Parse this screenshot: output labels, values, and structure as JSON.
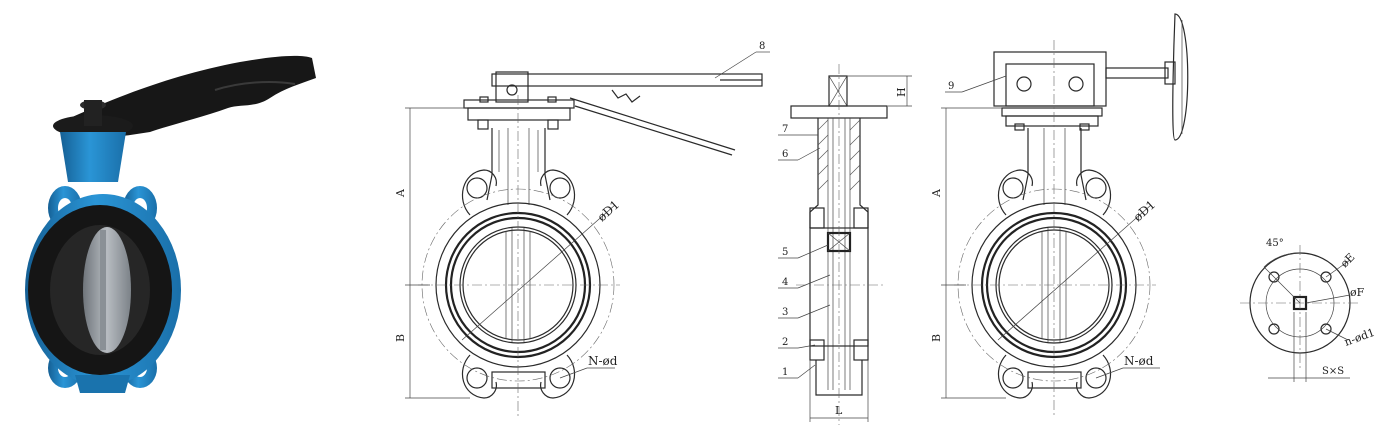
{
  "drawing": {
    "callouts": [
      "1",
      "2",
      "3",
      "4",
      "5",
      "6",
      "7",
      "8",
      "9"
    ],
    "front_handle": {
      "dim_A": "A",
      "dim_B": "B",
      "dim_D1": "øD1",
      "dim_bolt": "N-ød"
    },
    "section": {
      "dim_H": "H",
      "dim_L": "L"
    },
    "front_gear": {
      "dim_A": "A",
      "dim_B": "B",
      "dim_D1": "øD1",
      "dim_bolt": "N-ød"
    },
    "top_flange": {
      "angle": "45°",
      "dim_E": "øE",
      "dim_F": "øF",
      "dim_holes": "n-ød1",
      "dim_square": "S×S"
    }
  },
  "colors": {
    "body_blue": "#1f86c8",
    "liner_black": "#1a1a1a",
    "disc_steel": "#9aa0a6",
    "handle_black": "#161616"
  }
}
